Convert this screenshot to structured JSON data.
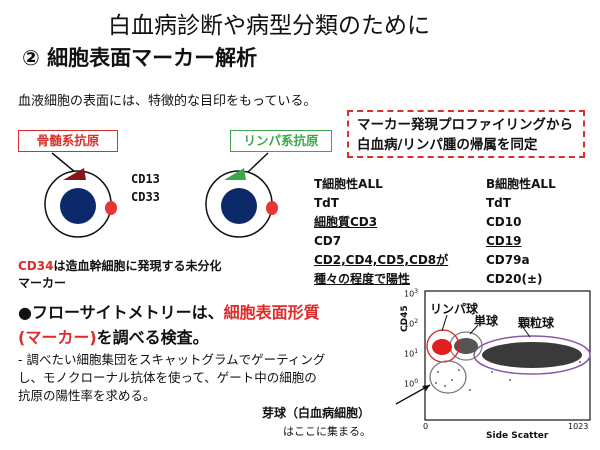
{
  "title": {
    "line1": "白血病診断や病型分類のために",
    "line2": "② 細胞表面マーカー解析"
  },
  "intro": "血液細胞の表面には、特徴的な目印をもっている。",
  "box": {
    "line1": "マーカー発現プロファイリングから",
    "line2": "白血病/リンパ腫の帰属を同定"
  },
  "tags": {
    "myeloid": "骨髄系抗原",
    "lymphoid": "リンパ系抗原"
  },
  "cell_markers": [
    "CD13",
    "CD33"
  ],
  "t_column": [
    "T細胞性ALL",
    "TdT",
    "細胞質CD3",
    "CD7",
    "CD2,CD4,CD5,CD8が",
    "種々の程度で陽性"
  ],
  "b_column": [
    "B細胞性ALL",
    "TdT",
    "CD10",
    "CD19",
    "CD79a",
    "CD20(±)"
  ],
  "cd34": {
    "red": "CD34",
    "rest": "は造血幹細胞に発現する未分化",
    "line2": "マーカー"
  },
  "flow": {
    "bullet": "●",
    "name": "フローサイトメトリー",
    "wa": "は、",
    "red1": "細胞表面形質",
    "red2": "(マーカー)",
    "rest": "を調べる検査。"
  },
  "desc": [
    "- 調べたい細胞集団をスキャットグラムでゲーティング",
    "し、モノクローナル抗体を使って、ゲート中の細胞の",
    "抗原の陽性率を求める。"
  ],
  "blast": {
    "line1": "芽球（白血病細胞）",
    "line2": "はここに集まる。"
  },
  "plot": {
    "ylabel": "CD45",
    "xlabel": "Side Scatter",
    "yticks": [
      "10",
      "10",
      "10",
      "10"
    ],
    "ytick_exp": [
      "0",
      "1",
      "2",
      "3"
    ],
    "xticks": [
      "0",
      "1023"
    ],
    "clusters": [
      "リンパ球",
      "単球",
      "顆粒球"
    ]
  },
  "colors": {
    "red": "#d8312a",
    "green": "#3aa84b",
    "navy": "#0c2a6a"
  }
}
